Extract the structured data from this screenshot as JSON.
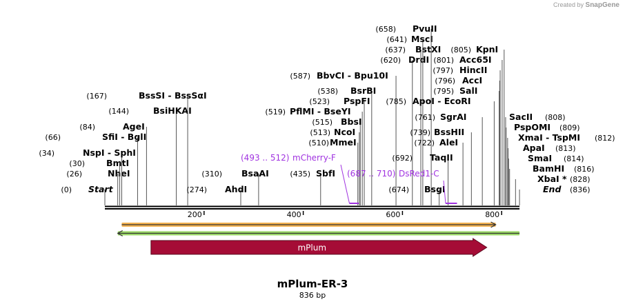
{
  "credit": {
    "prefix": "Created by",
    "brand": "SnapGene"
  },
  "plasmid": {
    "name": "mPlum-ER-3",
    "length_label": "836 bp",
    "length": 836
  },
  "ruler": {
    "ticks": [
      200,
      400,
      600,
      800
    ]
  },
  "sites": [
    {
      "pos": "0",
      "name": "Start",
      "italic": true,
      "bp": 0
    },
    {
      "pos": "26",
      "name": "NheI",
      "bp": 26
    },
    {
      "pos": "30",
      "name": "BmtI",
      "bp": 30
    },
    {
      "pos": "34",
      "name": "NspI",
      "name2": "SphI",
      "bp": 34
    },
    {
      "pos": "66",
      "name": "SfiI",
      "name2": "BglI",
      "bp": 66
    },
    {
      "pos": "84",
      "name": "AgeI",
      "bp": 84
    },
    {
      "pos": "144",
      "name": "BsiHKAI",
      "bp": 144
    },
    {
      "pos": "167",
      "name": "BssSI",
      "name2": "BssSαI",
      "bp": 167
    },
    {
      "pos": "274",
      "name": "AhdI",
      "bp": 274
    },
    {
      "pos": "310",
      "name": "BsaAI",
      "bp": 310
    },
    {
      "pos": "435",
      "name": "SbfI",
      "bp": 435
    },
    {
      "pos": "510",
      "name": "MmeI",
      "bp": 510
    },
    {
      "pos": "513",
      "name": "NcoI",
      "bp": 513
    },
    {
      "pos": "515",
      "name": "BbsI",
      "bp": 515
    },
    {
      "pos": "519",
      "name": "PflMI",
      "name2": "BseYI",
      "bp": 519
    },
    {
      "pos": "523",
      "name": "PspFI",
      "bp": 523
    },
    {
      "pos": "538",
      "name": "BsrBI",
      "bp": 538
    },
    {
      "pos": "587",
      "name": "BbvCI",
      "name2": "Bpu10I",
      "bp": 587
    },
    {
      "pos": "620",
      "name": "DrdI",
      "bp": 620
    },
    {
      "pos": "637",
      "name": "BstXI",
      "bp": 637
    },
    {
      "pos": "641",
      "name": "MscI",
      "bp": 641
    },
    {
      "pos": "658",
      "name": "PvuII",
      "bp": 658
    },
    {
      "pos": "674",
      "name": "BsgI",
      "bp": 674
    },
    {
      "pos": "692",
      "name": "TaqII",
      "bp": 692
    },
    {
      "pos": "722",
      "name": "AleI",
      "bp": 722
    },
    {
      "pos": "739",
      "name": "BssHII",
      "bp": 739
    },
    {
      "pos": "761",
      "name": "SgrAI",
      "bp": 761
    },
    {
      "pos": "785",
      "name": "ApoI",
      "name2": "EcoRI",
      "bp": 785
    },
    {
      "pos": "795",
      "name": "SalI",
      "bp": 795
    },
    {
      "pos": "796",
      "name": "AccI",
      "bp": 796
    },
    {
      "pos": "797",
      "name": "HincII",
      "bp": 797
    },
    {
      "pos": "801",
      "name": "Acc65I",
      "bp": 801
    },
    {
      "pos": "805",
      "name": "KpnI",
      "bp": 805
    },
    {
      "pos": "808",
      "name": "SacII",
      "bp": 808
    },
    {
      "pos": "809",
      "name": "PspOMI",
      "bp": 809
    },
    {
      "pos": "812",
      "name": "XmaI",
      "name2": "TspMI",
      "bp": 812
    },
    {
      "pos": "813",
      "name": "ApaI",
      "bp": 813
    },
    {
      "pos": "814",
      "name": "SmaI",
      "bp": 814
    },
    {
      "pos": "816",
      "name": "BamHI",
      "bp": 816
    },
    {
      "pos": "828",
      "name": "XbaI *",
      "bp": 828
    },
    {
      "pos": "836",
      "name": "End",
      "italic": true,
      "bp": 836
    }
  ],
  "primers": [
    {
      "range": "(493 .. 512)",
      "name": "mCherry-F",
      "start": 493,
      "end": 512
    },
    {
      "range": "(687 .. 710)",
      "name": "DsRed1-C",
      "start": 687,
      "end": 710
    }
  ],
  "features": [
    {
      "name": "",
      "start": 34,
      "end": 788,
      "color": "#f2a531",
      "direction": "forward"
    },
    {
      "name": "",
      "start": 26,
      "end": 836,
      "color": "#8ad24c",
      "direction": "reverse"
    },
    {
      "name": "mPlum",
      "start": 93,
      "end": 770,
      "color": "#a50c36",
      "direction": "forward"
    }
  ],
  "colors": {
    "primer": "#a032e0",
    "text": "#000000"
  }
}
